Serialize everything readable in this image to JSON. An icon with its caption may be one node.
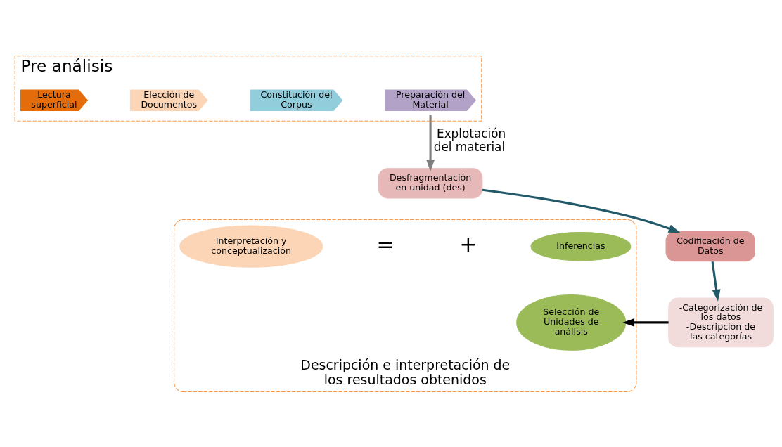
{
  "diagram": {
    "nodes": [
      {
        "text": [
          "Pre análisis"
        ]
      },
      {
        "text": [
          "Lectura superficial"
        ],
        "in": 0
      },
      {
        "text": [
          "Elección de Documentos"
        ],
        "in": 0
      },
      {
        "text": [
          "Constitución del Corpus"
        ],
        "in": 0
      },
      {
        "text": [
          "Preparación del Material"
        ],
        "in": 0
      },
      {
        "text": [
          "Desfragmentación en unidad (des)"
        ]
      },
      {
        "text": [
          "Codificación de Datos"
        ]
      },
      {
        "text": [
          "-Categorización de los datos",
          "-Descripción de las categorías"
        ]
      },
      {
        "text": [
          "Descripción e interpretación de los resultados obtenidos"
        ]
      },
      {
        "text": [
          "Interpretación y conceptualización"
        ],
        "in": 8
      },
      {
        "text": [
          "Inferencias"
        ],
        "in": 8
      },
      {
        "text": [
          "Selección de Unidades de análisis"
        ],
        "in": 8
      }
    ],
    "edges": [
      {
        "from": 4,
        "to": 5,
        "arrow": "to",
        "label": "Explotación del material",
        "color": "#7f7f7f"
      },
      {
        "from": 5,
        "to": 6,
        "arrow": "to",
        "color": "#215968"
      },
      {
        "from": 6,
        "to": 7,
        "arrow": "to",
        "color": "#215968"
      },
      {
        "from": 7,
        "to": 11,
        "arrow": "to",
        "color": "#000000"
      }
    ],
    "labels": [
      "=",
      "+"
    ]
  }
}
